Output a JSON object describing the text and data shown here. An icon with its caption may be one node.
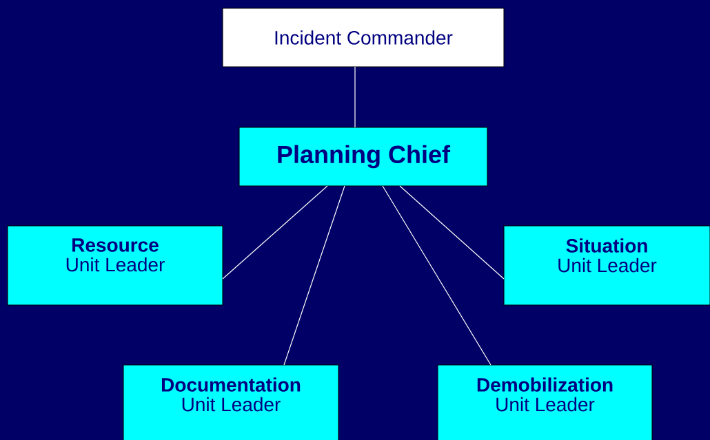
{
  "diagram": {
    "nodes": [
      {
        "text": [
          "Incident Commander"
        ]
      },
      {
        "text": [
          "Planning Chief"
        ]
      },
      {
        "text": [
          "Resource",
          "Unit Leader"
        ]
      },
      {
        "text": [
          "Situation",
          "Unit Leader"
        ]
      },
      {
        "text": [
          "Documentation",
          "Unit Leader"
        ]
      },
      {
        "text": [
          "Demobilization",
          "Unit Leader"
        ]
      }
    ],
    "edges": [
      {
        "from": 0,
        "to": 1,
        "arrow": "none"
      },
      {
        "from": 1,
        "to": 2,
        "arrow": "none"
      },
      {
        "from": 1,
        "to": 4,
        "arrow": "none"
      },
      {
        "from": 1,
        "to": 5,
        "arrow": "none"
      },
      {
        "from": 1,
        "to": 3,
        "arrow": "none"
      }
    ]
  }
}
